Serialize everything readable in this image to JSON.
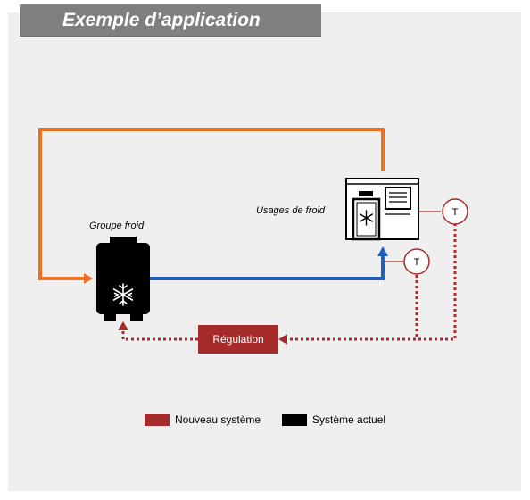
{
  "title": "Exemple d’application",
  "labels": {
    "groupe_froid": "Groupe froid",
    "usages_de_froid": "Usages de froid",
    "regulation": "Régulation",
    "sensor_1": "T",
    "sensor_2": "T"
  },
  "legend": [
    {
      "label": "Nouveau système",
      "color": "#a52a2a"
    },
    {
      "label": "Système actuel",
      "color": "#000000"
    }
  ],
  "colors": {
    "hot_line": "#f07020",
    "cold_line": "#1f5fbf",
    "control_line": "#a52a2a",
    "background": "#efefef"
  },
  "icons": {
    "chiller": "chiller-unit-icon",
    "cold_room": "cold-room-icon",
    "snowflake": "snowflake-icon"
  }
}
